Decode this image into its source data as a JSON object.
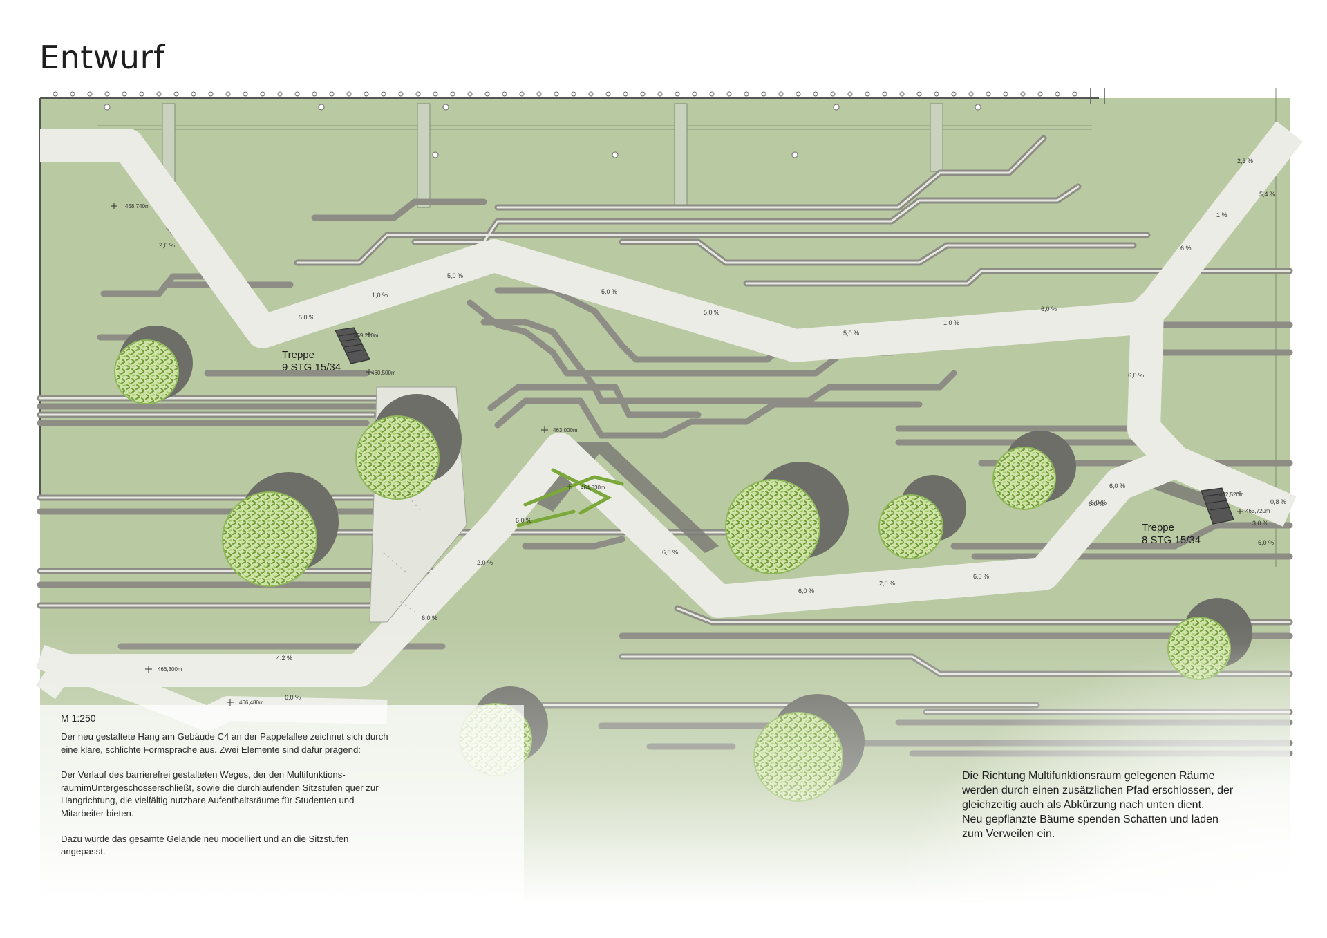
{
  "title": "Entwurf",
  "scale": "M 1:250",
  "stairs": [
    {
      "label_line1": "Treppe",
      "label_line2": "9 STG 15/34"
    },
    {
      "label_line1": "Treppe",
      "label_line2": "8 STG 15/34"
    }
  ],
  "elevations": [
    "458,740m",
    "459,200m",
    "460,500m",
    "463,000m",
    "464,830m",
    "462,520m",
    "463,720m",
    "466,300m",
    "466,480m"
  ],
  "gradients": [
    "2,0 %",
    "5,0 %",
    "1,0 %",
    "5,0 %",
    "5,0 %",
    "5,0 %",
    "5,0 %",
    "1,0 %",
    "6,0 %",
    "2,3 %",
    "5,4 %",
    "1 %",
    "6 %",
    "6,0 %",
    "6,0 %",
    "6,0 %",
    "6,0 %",
    "2,0 %",
    "6,0 %",
    "6,0 %",
    "6,0 %",
    "2,0 %",
    "6,0 %",
    "0,8 %",
    "3,0 %",
    "6,0 %",
    "6,0 %",
    "4,2 %",
    "6,0 %"
  ],
  "description_left": [
    "Der neu gestaltete Hang am Gebäude C4 an der Pappelallee zeichnet sich durch eine klare, schlichte Formsprache aus. Zwei Elemente sind dafür prägend:",
    "Der Verlauf des barrierefrei gestalteten Weges, der den Multifunktions-raumimUntergeschosserschließt, sowie die durchlaufenden Sitzstufen quer zur Hangrichtung, die vielfältig nutzbare Aufenthaltsräume für Studenten und Mitarbeiter bieten.",
    "Dazu wurde das gesamte Gelände neu modelliert und an die Sitzstufen angepasst."
  ],
  "description_right": [
    "Die Richtung Multifunktionsraum gelegenen Räume werden durch einen zusätzlichen Pfad erschlossen, der gleichzeitig auch als Abkürzung nach unten dient.",
    "Neu gepflanzte Bäume spenden Schatten und laden zum Verweilen ein."
  ],
  "colors": {
    "lawn": "#b9c9a2",
    "path": "#ecece6",
    "steps": "#8d8d86",
    "tree": "#98bf5a"
  }
}
